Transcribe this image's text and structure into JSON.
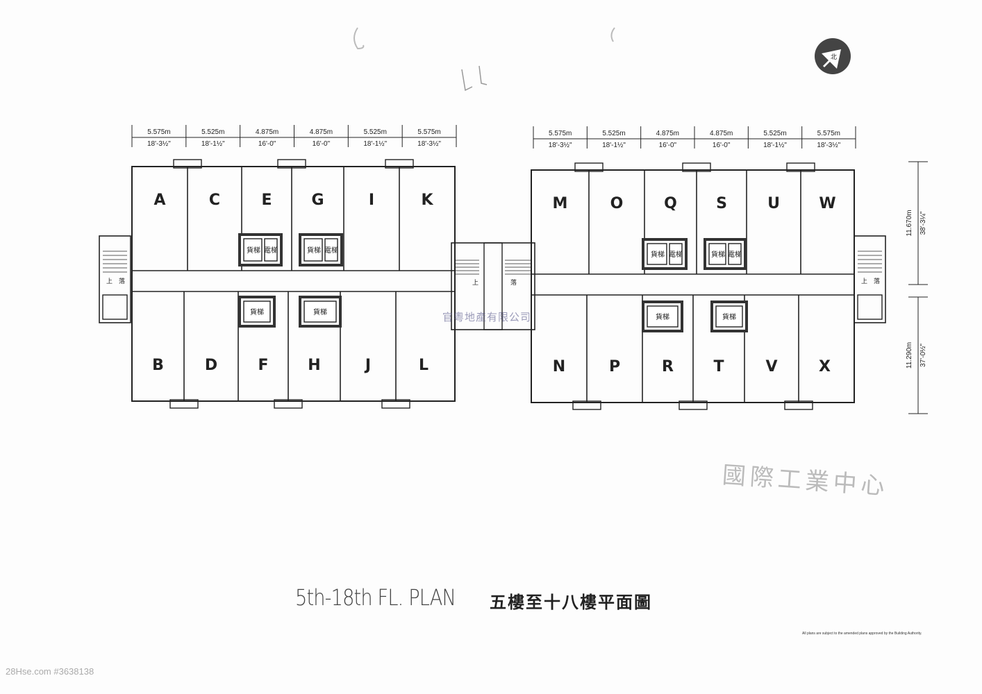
{
  "title_en": "5th-18th FL. PLAN",
  "title_zh": "五樓至十八樓平面圖",
  "note_en": "All plans are subject to the amended plans approved by the Building Authority.",
  "watermark": "官粵地產有限公司",
  "handwritten": "國際工業中心",
  "north_label": "北",
  "footer": "28Hse.com #3638138",
  "lift_labels": {
    "cargo": "貨梯",
    "passenger": "電梯"
  },
  "stair_labels": {
    "up": "上",
    "down": "落"
  },
  "dimensions": {
    "horizontal": [
      {
        "m": "5.575m",
        "ft": "18'-3½\""
      },
      {
        "m": "5.525m",
        "ft": "18'-1½\""
      },
      {
        "m": "4.875m",
        "ft": "16'-0\""
      },
      {
        "m": "4.875m",
        "ft": "16'-0\""
      },
      {
        "m": "5.525m",
        "ft": "18'-1½\""
      },
      {
        "m": "5.575m",
        "ft": "18'-3½\""
      }
    ],
    "vertical": [
      {
        "m": "11.670m",
        "ft": "38'-3¼\""
      },
      {
        "m": "11.290m",
        "ft": "37'-0½\""
      }
    ]
  },
  "units": {
    "left_top": [
      "A",
      "C",
      "E",
      "G",
      "I",
      "K"
    ],
    "left_bottom": [
      "B",
      "D",
      "F",
      "H",
      "J",
      "L"
    ],
    "right_top": [
      "M",
      "O",
      "Q",
      "S",
      "U",
      "W"
    ],
    "right_bottom": [
      "N",
      "P",
      "R",
      "T",
      "V",
      "X"
    ]
  }
}
